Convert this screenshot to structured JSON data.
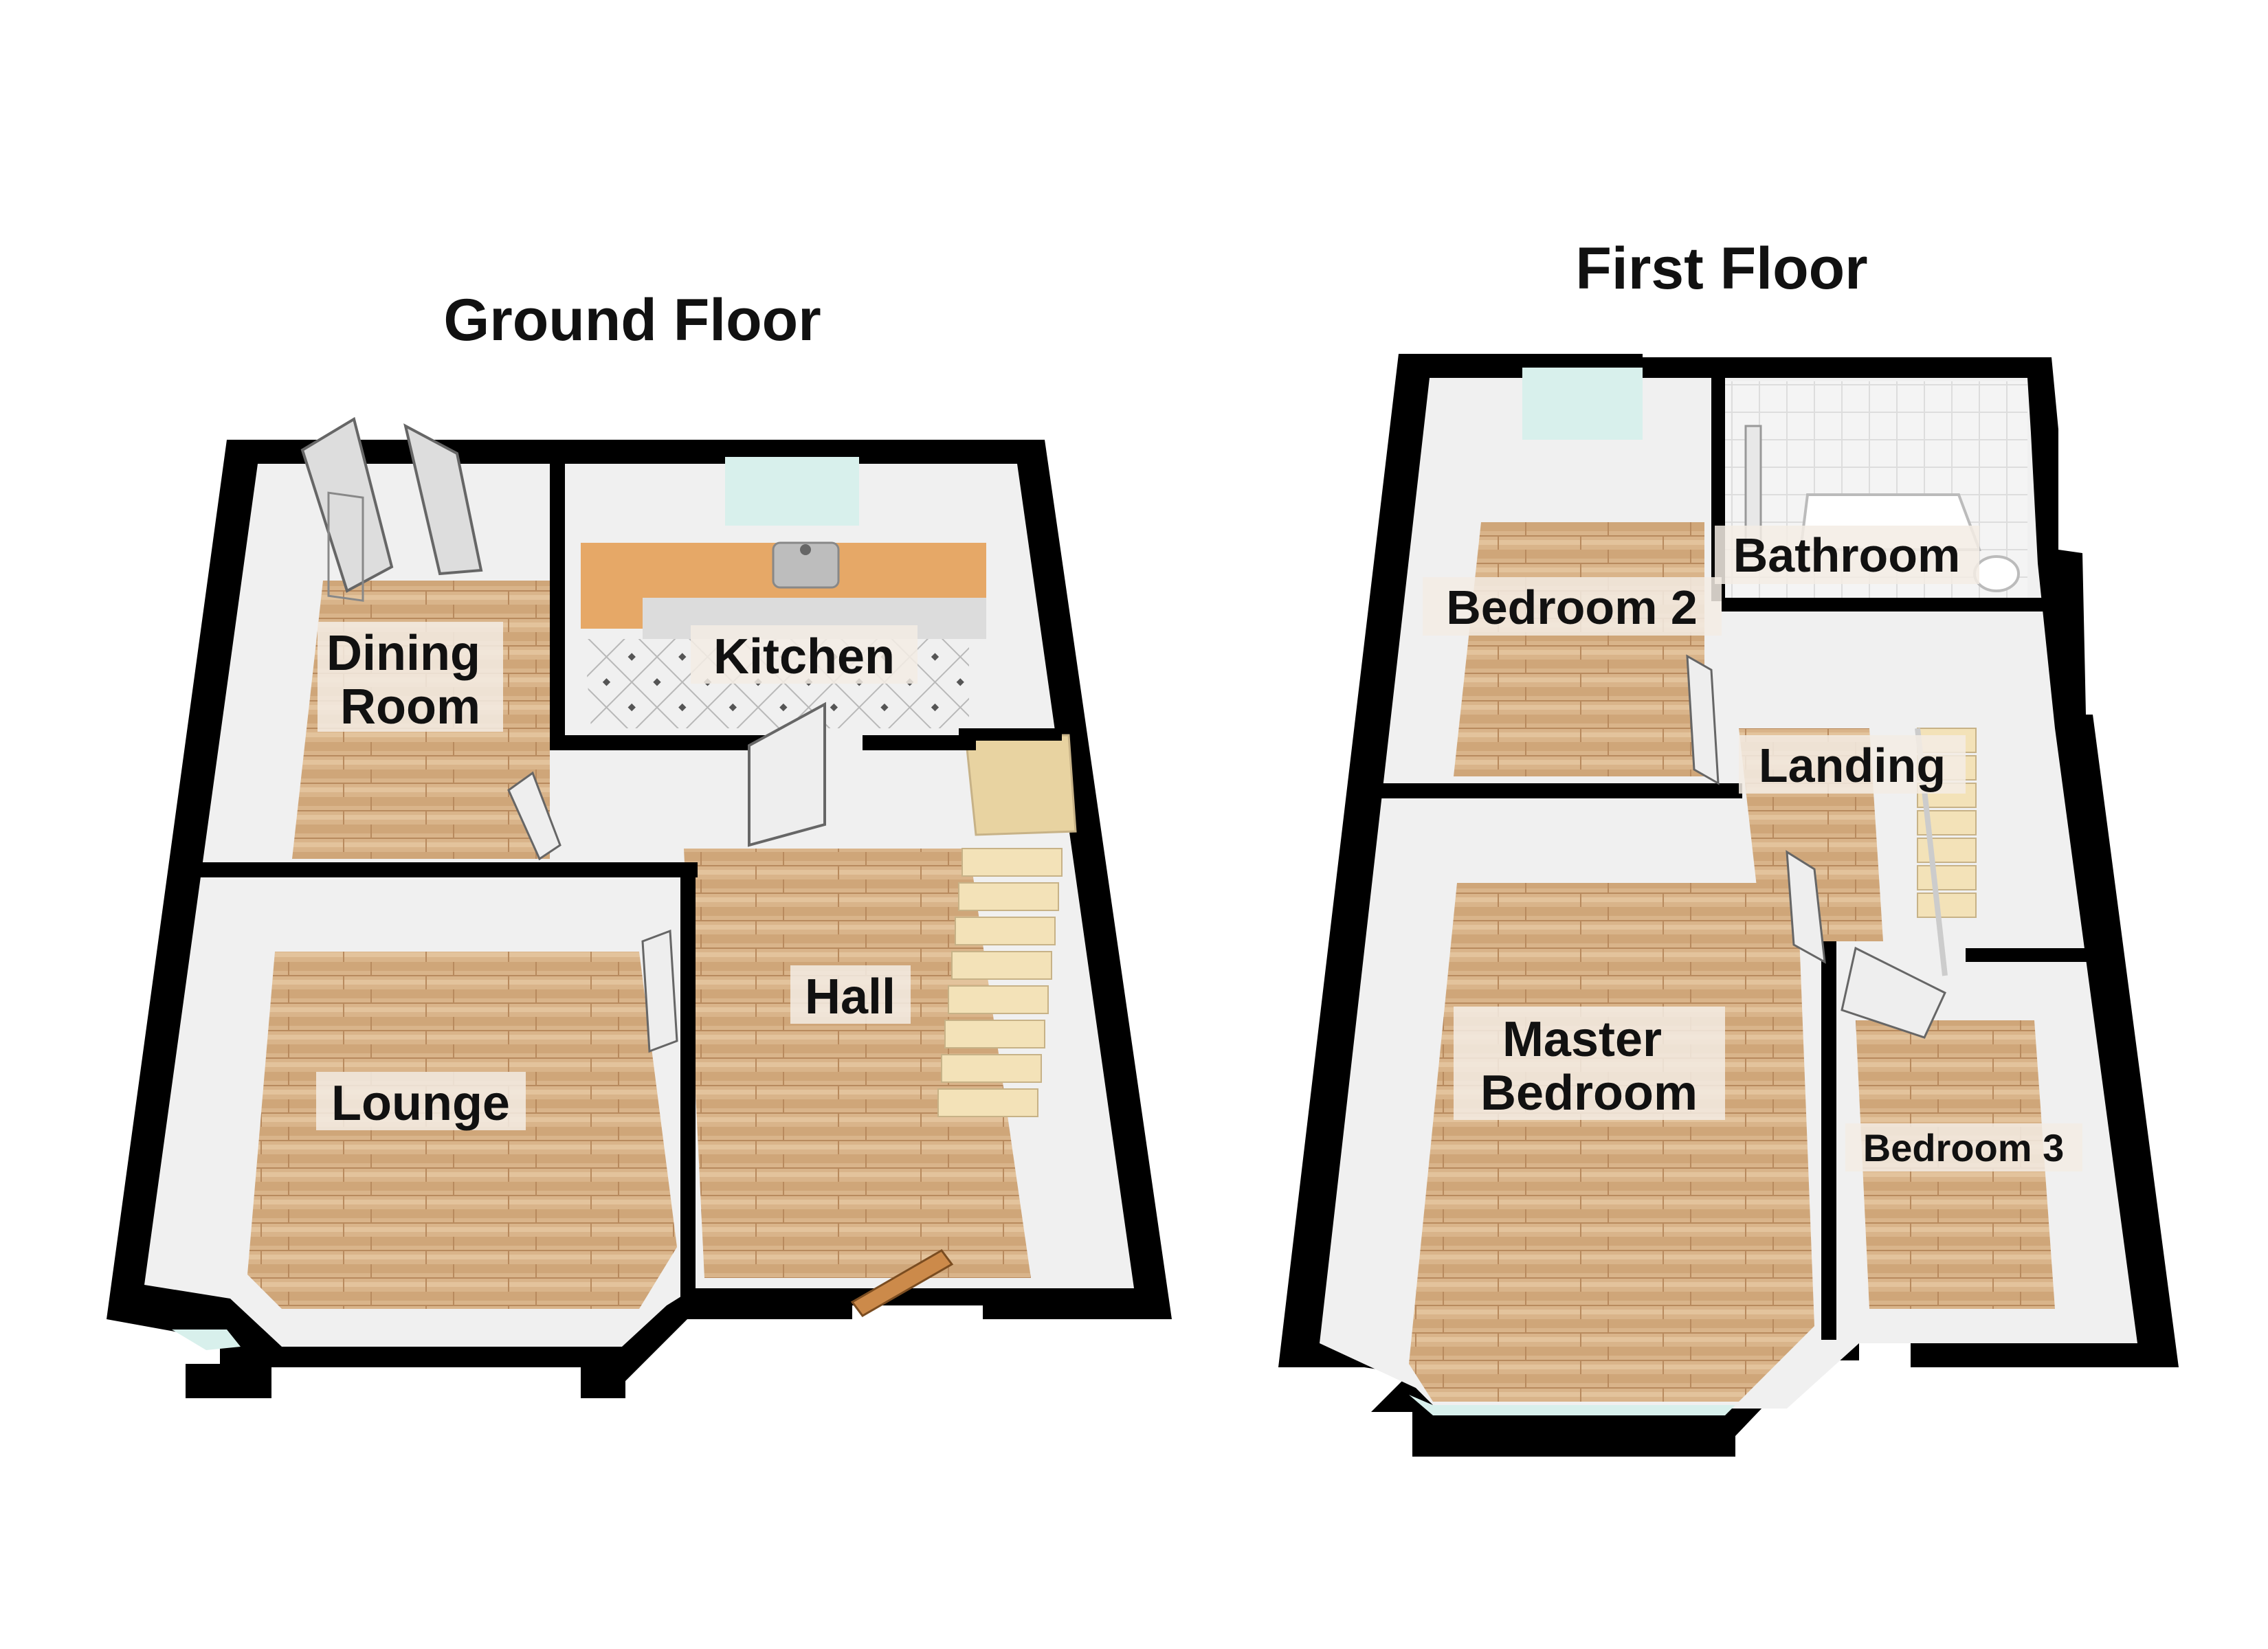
{
  "colors": {
    "wall": "#000000",
    "wall_inner": "#f2f2f2",
    "floor_wood": "#d9b48a",
    "floor_wood_dark": "#b88a5e",
    "tile": "#eeeeee",
    "glass": "#d8f0ec",
    "label_bg": "#f3ece4",
    "stair": "#f3e2b8",
    "worktop": "#e6a867"
  },
  "ground_floor": {
    "title": "Ground Floor",
    "rooms": {
      "dining": "Dining Room",
      "kitchen": "Kitchen",
      "hall": "Hall",
      "lounge": "Lounge"
    }
  },
  "first_floor": {
    "title": "First Floor",
    "rooms": {
      "bedroom2": "Bedroom 2",
      "bathroom": "Bathroom",
      "landing": "Landing",
      "master": "Master Bedroom",
      "bedroom3": "Bedroom 3"
    }
  }
}
